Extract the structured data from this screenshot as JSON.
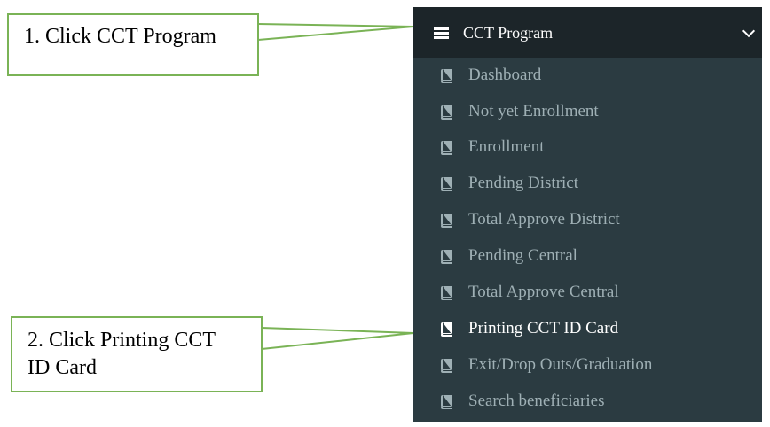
{
  "callouts": {
    "step1": "1. Click CCT Program",
    "step2_line1": "2. Click Printing CCT",
    "step2_line2": "ID Card"
  },
  "sidebar": {
    "header": {
      "title": "CCT Program",
      "icon": "hamburger-icon",
      "toggle_icon": "chevron-down-icon"
    },
    "items": [
      {
        "label": "Dashboard",
        "icon": "book-icon",
        "active": false
      },
      {
        "label": "Not yet Enrollment",
        "icon": "book-icon",
        "active": false
      },
      {
        "label": "Enrollment",
        "icon": "book-icon",
        "active": false
      },
      {
        "label": "Pending District",
        "icon": "book-icon",
        "active": false
      },
      {
        "label": "Total Approve District",
        "icon": "book-icon",
        "active": false
      },
      {
        "label": "Pending Central",
        "icon": "book-icon",
        "active": false
      },
      {
        "label": "Total Approve Central",
        "icon": "book-icon",
        "active": false
      },
      {
        "label": "Printing CCT ID Card",
        "icon": "book-icon",
        "active": true
      },
      {
        "label": "Exit/Drop Outs/Graduation",
        "icon": "book-icon",
        "active": false
      },
      {
        "label": "Search beneficiaries",
        "icon": "book-icon",
        "active": false
      }
    ]
  },
  "colors": {
    "sidebar_bg": "#2b3b41",
    "header_bg": "#1c2529",
    "item_text": "#9fb0b5",
    "active_text": "#ffffff",
    "callout_border": "#7ab356"
  }
}
